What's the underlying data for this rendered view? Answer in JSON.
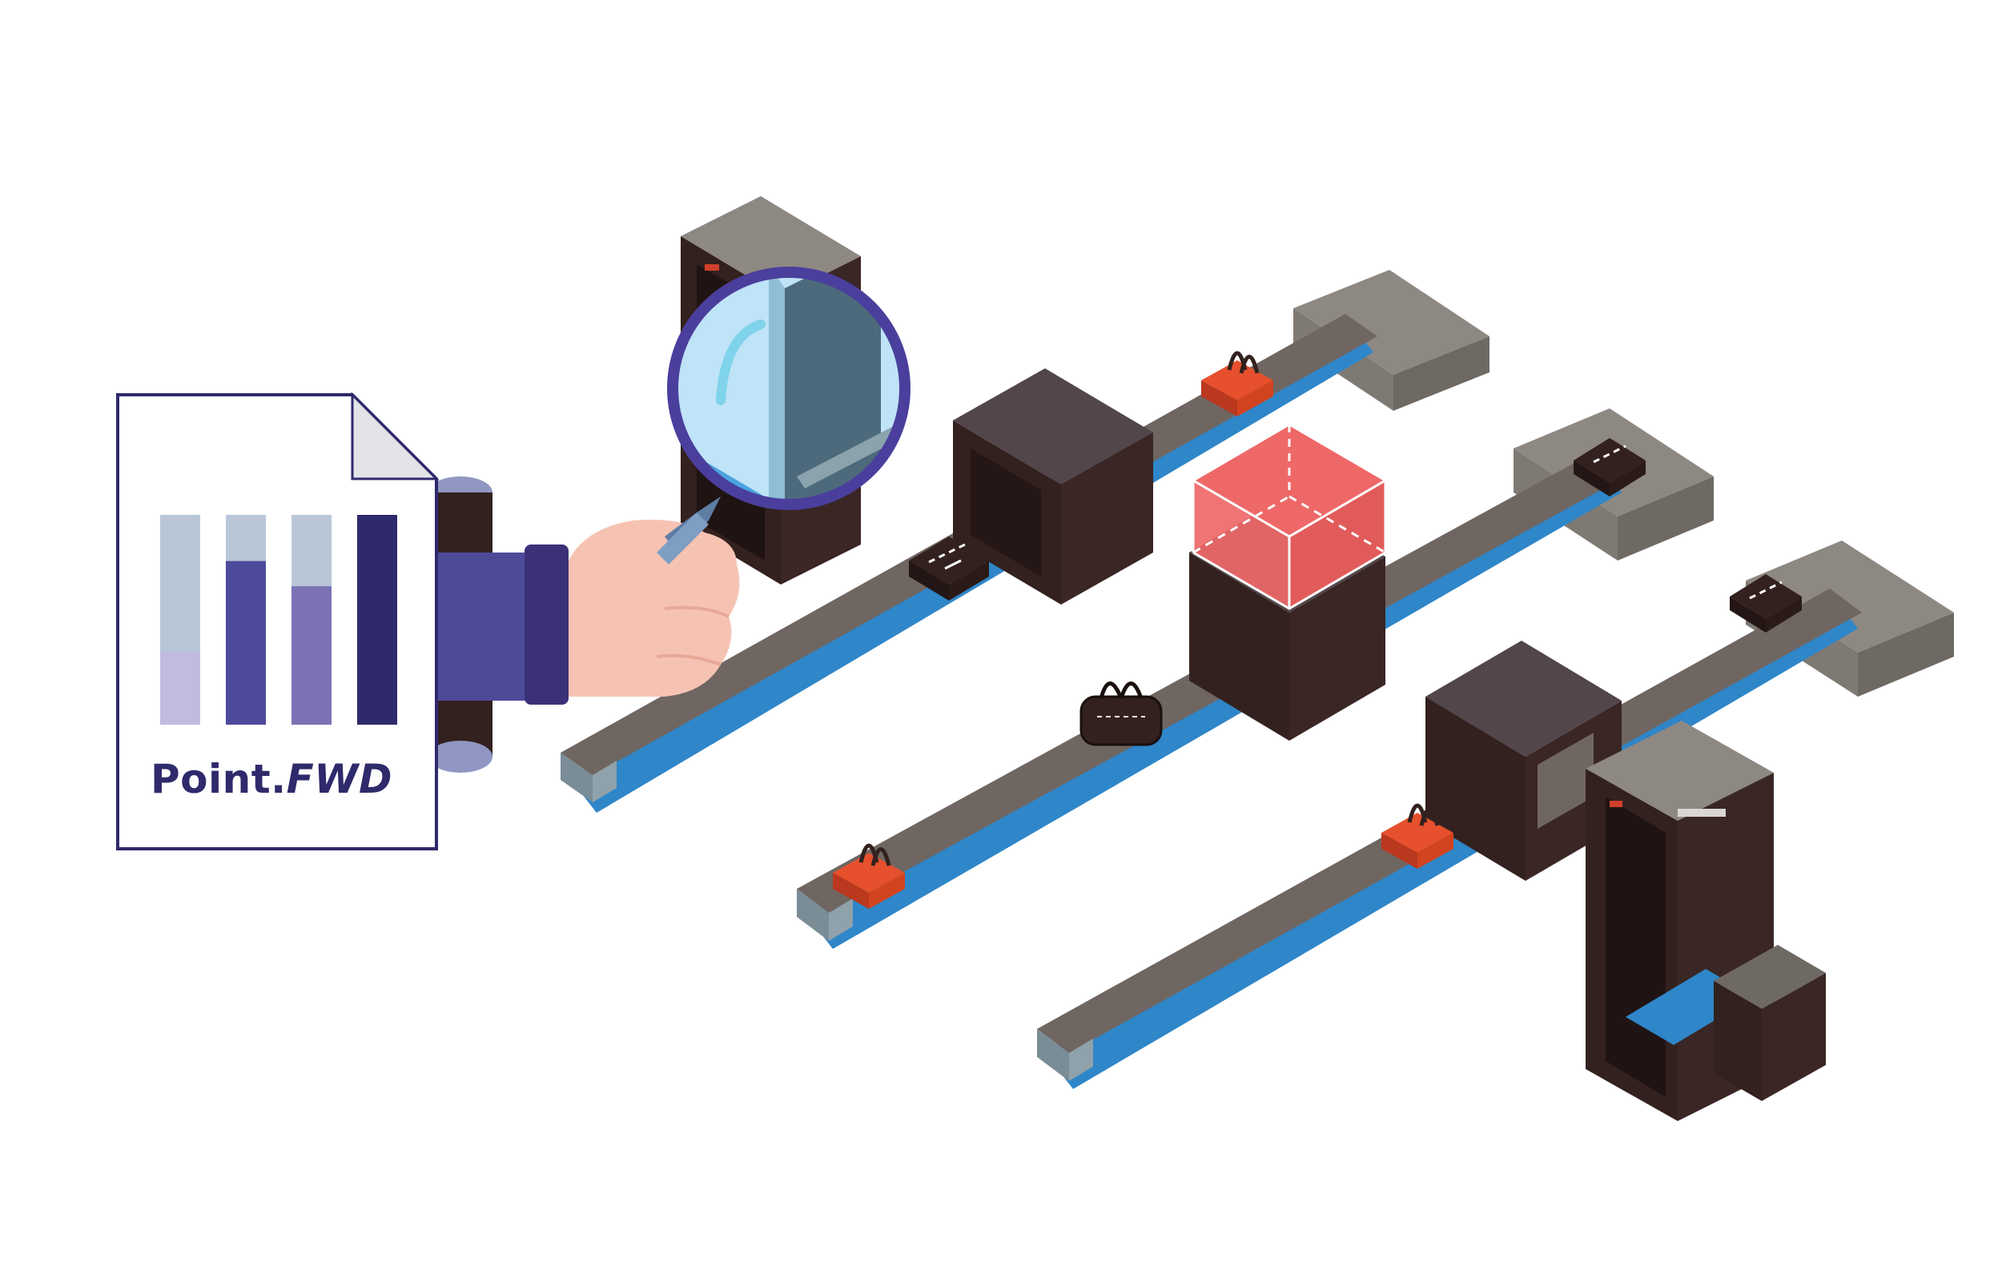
{
  "brand": {
    "logo_prefix": "Point.",
    "logo_suffix": "FWD"
  },
  "colors": {
    "belt_top": "#6f6662",
    "belt_rail": "#7a8c96",
    "belt_blue": "#2f86c8",
    "machine_dark": "#33211f",
    "machine_top": "#52464a",
    "pad_top": "#8e8882",
    "pad_side": "#6f6964",
    "highlight_red": "#ef6868",
    "bag_orange": "#e6502c",
    "hand_skin": "#f6c3b3",
    "sleeve": "#4e4a9a",
    "cuff": "#3a3178",
    "lens_rim": "#4a3f9c",
    "lens_glass": "#bfe3f7",
    "document_border": "#2f2a6b"
  },
  "report_bars": [
    {
      "level": 0.35,
      "fill": "#c1bbdf",
      "track": "#b9c6d8"
    },
    {
      "level": 0.78,
      "fill": "#4d4a9b",
      "track": "#b9c6d8"
    },
    {
      "level": 0.66,
      "fill": "#7a72b4",
      "track": "#b9c6d8"
    },
    {
      "level": 1.0,
      "fill": "#2f2a6b",
      "track": "#b9c6d8"
    }
  ],
  "icons": {
    "document": "report-document-icon",
    "magnifier": "magnifying-glass-icon",
    "hand": "hand-icon",
    "scanner": "xray-scanner-icon",
    "detector": "metal-detector-gate-icon",
    "bag": "luggage-icon"
  }
}
